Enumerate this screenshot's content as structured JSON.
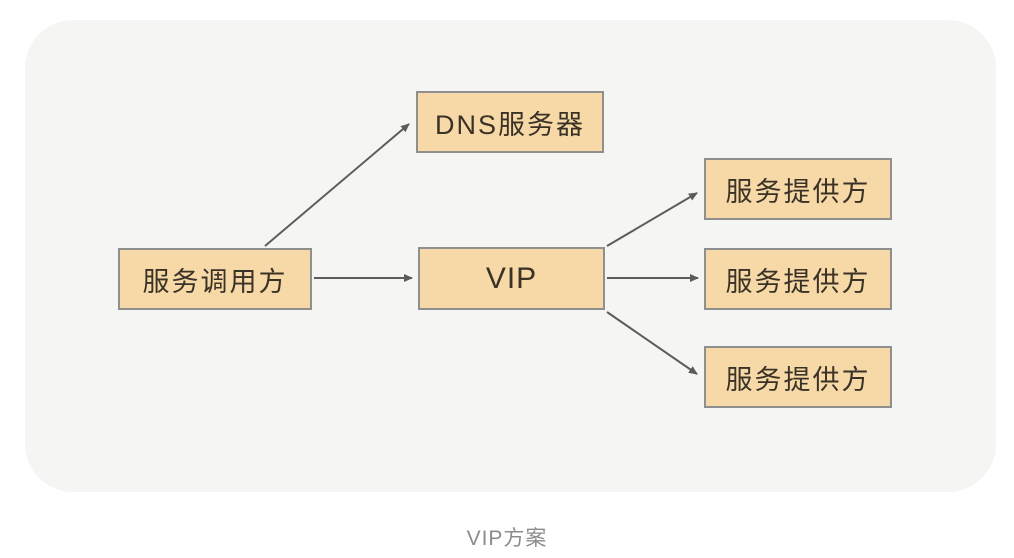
{
  "diagram": {
    "caption": "VIP方案",
    "nodes": [
      {
        "id": "caller",
        "label": "服务调用方"
      },
      {
        "id": "dns",
        "label": "DNS服务器"
      },
      {
        "id": "vip",
        "label": "VIP"
      },
      {
        "id": "provider1",
        "label": "服务提供方"
      },
      {
        "id": "provider2",
        "label": "服务提供方"
      },
      {
        "id": "provider3",
        "label": "服务提供方"
      }
    ],
    "edges": [
      {
        "from": "caller",
        "to": "dns"
      },
      {
        "from": "caller",
        "to": "vip"
      },
      {
        "from": "vip",
        "to": "provider1"
      },
      {
        "from": "vip",
        "to": "provider2"
      },
      {
        "from": "vip",
        "to": "provider3"
      }
    ],
    "colors": {
      "node_fill": "#f6d9a6",
      "node_border": "#8f8f8f",
      "node_text": "#3a3226",
      "arrow": "#5c5c5c",
      "card_bg": "#f5f5f3",
      "caption_text": "#8c8c8c",
      "page_bg": "#ffffff"
    }
  }
}
